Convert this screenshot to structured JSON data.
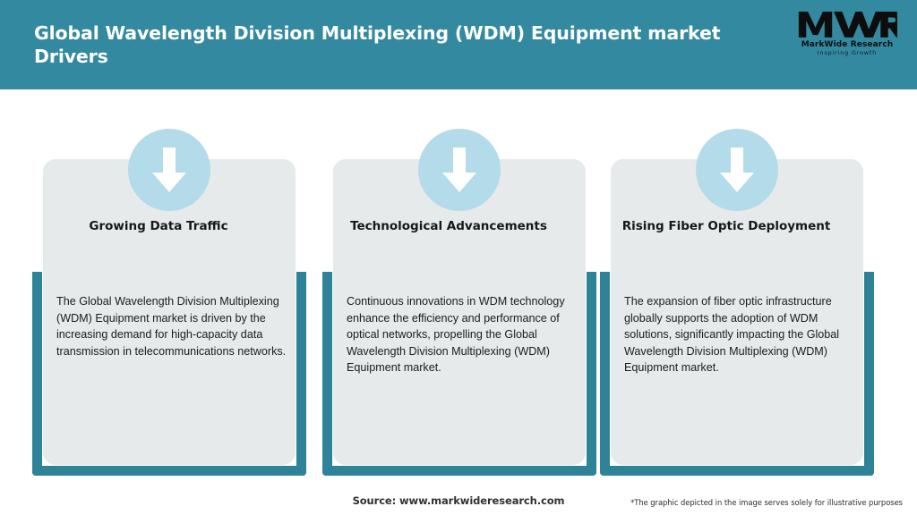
{
  "header": {
    "title": "Global Wavelength Division Multiplexing (WDM) Equipment market Drivers",
    "background_color": "#3389a0",
    "text_color": "#ffffff"
  },
  "logo": {
    "mark": "MWR",
    "name": "MarkWide Research",
    "tagline": "Inspiring Growth"
  },
  "theme": {
    "bracket_color": "#2e8399",
    "panel_color": "#e6eaeb",
    "badge_circle_color": "#b3dbe9",
    "badge_arrow_color": "#ffffff"
  },
  "cards": [
    {
      "icon": "down-arrow-icon",
      "title": "Growing Data Traffic",
      "body": "The Global Wavelength Division Multiplexing (WDM) Equipment market is driven by the increasing demand for high-capacity data transmission in telecommunications networks."
    },
    {
      "icon": "down-arrow-icon",
      "title": "Technological Advancements",
      "body": "Continuous innovations in WDM technology enhance the efficiency and performance of optical networks, propelling the Global Wavelength Division Multiplexing (WDM) Equipment market."
    },
    {
      "icon": "down-arrow-icon",
      "title": "Rising Fiber Optic Deployment",
      "body": "The expansion of fiber optic infrastructure globally supports the adoption of WDM solutions, significantly impacting the Global Wavelength Division Multiplexing (WDM) Equipment market."
    }
  ],
  "footer": {
    "source": "Source: www.markwideresearch.com",
    "disclaimer": "*The graphic depicted in the image serves solely for illustrative purposes"
  }
}
